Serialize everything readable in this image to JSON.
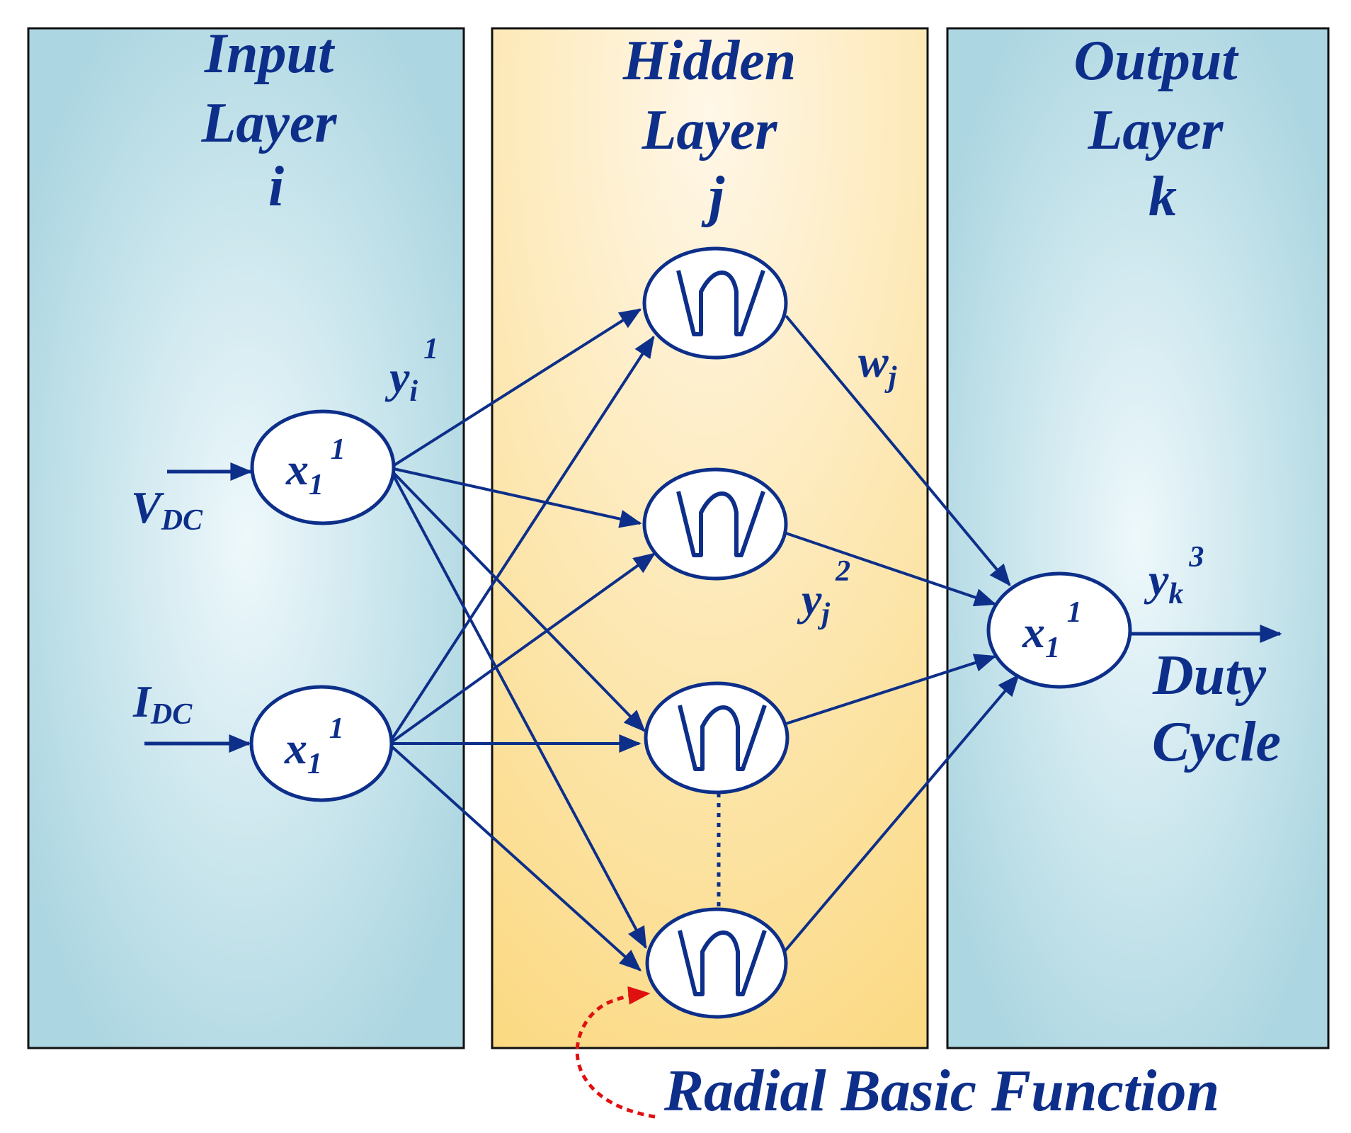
{
  "colors": {
    "ink": "#0d2f8a",
    "accent": "#e01010",
    "panel_outer_blue": "#acd6e1",
    "panel_inner_blue": "#eef8fb",
    "panel_outer_gold": "#fbd981",
    "panel_inner_gold": "#fff7e8"
  },
  "layers": [
    {
      "title": [
        "Input",
        "Layer",
        "i"
      ]
    },
    {
      "title": [
        "Hidden",
        "Layer",
        "j"
      ]
    },
    {
      "title": [
        "Output",
        "Layer",
        "k"
      ]
    }
  ],
  "inputs": [
    {
      "base": "V",
      "sub": "DC"
    },
    {
      "base": "I",
      "sub": "DC"
    }
  ],
  "node_label": {
    "base": "x",
    "sub": "1",
    "sup": "1"
  },
  "edge_labels": {
    "input_output": {
      "base": "y",
      "sub": "i",
      "sup": "1"
    },
    "weight": {
      "base": "w",
      "sub": "j"
    },
    "hidden_output": {
      "base": "y",
      "sub": "j",
      "sup": "2"
    },
    "output": {
      "base": "y",
      "sub": "k",
      "sup": "3"
    }
  },
  "output_caption": [
    "Duty",
    "Cycle"
  ],
  "rbf_caption": "Radial Basic Function",
  "icons": {
    "hidden_node": "gaussian-rbf-icon"
  }
}
